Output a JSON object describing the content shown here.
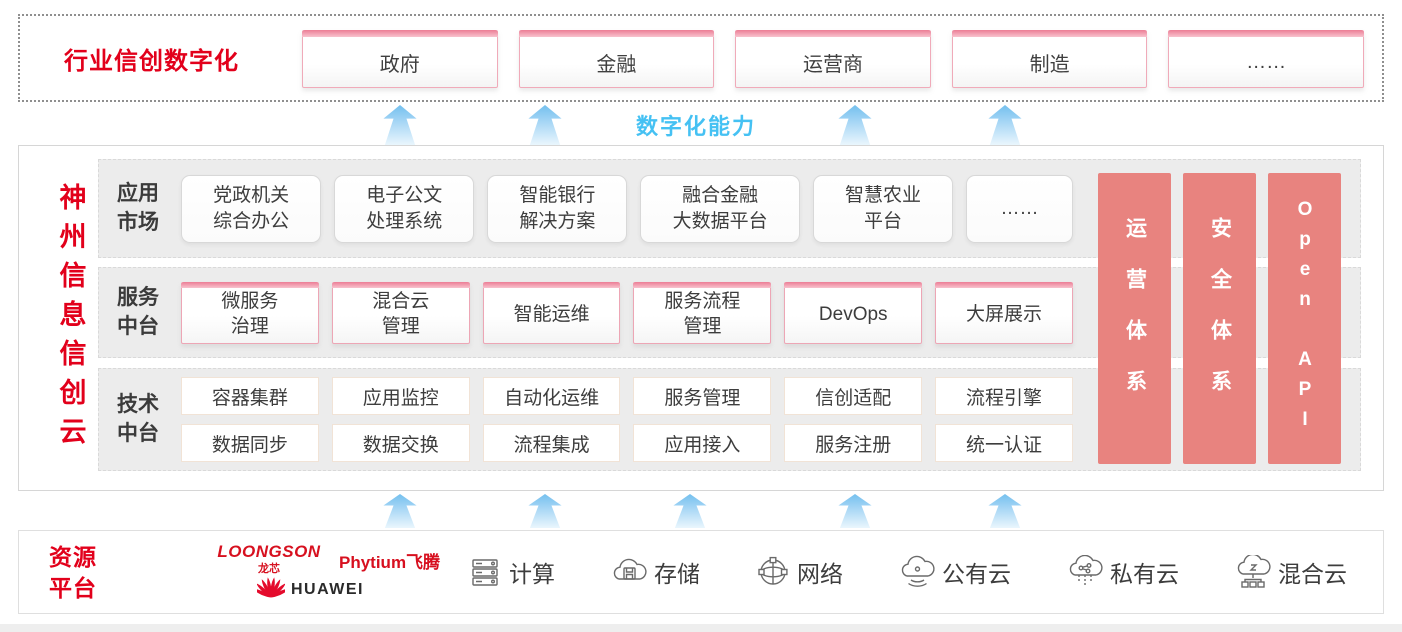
{
  "colors": {
    "red": "#e2001b",
    "salmon": "#e8837f",
    "pink": "#ec7d95",
    "blue": "#45c1f3"
  },
  "top_band": {
    "label": "行业信创数字化",
    "industries": [
      "政府",
      "金融",
      "运营商",
      "制造",
      "……"
    ]
  },
  "capability": {
    "label": "数字化能力"
  },
  "platform": {
    "vertical_title": "神州信息信创云",
    "app_row": {
      "label": "应用\n市场",
      "items": [
        "党政机关\n综合办公",
        "电子公文\n处理系统",
        "智能银行\n解决方案",
        "融合金融\n大数据平台",
        "智慧农业\n平台",
        "……"
      ]
    },
    "service_row": {
      "label": "服务\n中台",
      "items": [
        "微服务\n治理",
        "混合云\n管理",
        "智能运维",
        "服务流程\n管理",
        "DevOps",
        "大屏展示"
      ]
    },
    "tech_row": {
      "label": "技术\n中台",
      "items_top": [
        "容器集群",
        "应用监控",
        "自动化运维",
        "服务管理",
        "信创适配",
        "流程引擎"
      ],
      "items_bottom": [
        "数据同步",
        "数据交换",
        "流程集成",
        "应用接入",
        "服务注册",
        "统一认证"
      ]
    },
    "pillars": [
      "运营体系",
      "安全体系",
      "Open API"
    ]
  },
  "resources": {
    "label": "资源\n平台",
    "vendors": {
      "loongson": "LOONGSON",
      "loongson_sub": "龙芯",
      "phytium": "Phytium飞腾",
      "huawei": "HUAWEI"
    },
    "items": [
      {
        "icon": "server-icon",
        "label": "计算"
      },
      {
        "icon": "storage-icon",
        "label": "存储"
      },
      {
        "icon": "network-icon",
        "label": "网络"
      },
      {
        "icon": "public-cloud-icon",
        "label": "公有云"
      },
      {
        "icon": "private-cloud-icon",
        "label": "私有云"
      },
      {
        "icon": "hybrid-cloud-icon",
        "label": "混合云"
      }
    ]
  }
}
